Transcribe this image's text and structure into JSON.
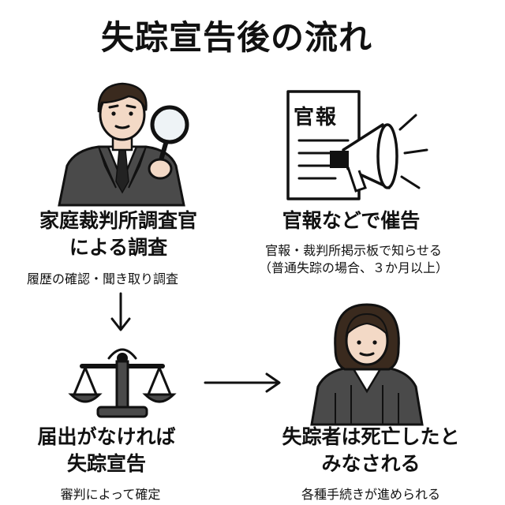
{
  "title": "失踪宣告後の流れ",
  "steps": [
    {
      "heading_line1": "家庭裁判所調査官",
      "heading_line2": "による調査",
      "note": "履歴の確認・聞き取り調査",
      "icon": "investigator-magnifier-icon"
    },
    {
      "heading_line1": "官報などで催告",
      "note_line1": "官報・裁判所掲示板で知らせる",
      "note_line2": "（普通失踪の場合、３か月以上）",
      "icon": "gazette-megaphone-icon",
      "document_label": "官報"
    },
    {
      "heading_line1": "届出がなければ",
      "heading_line2": "失踪宣告",
      "note": "審判によって確定",
      "icon": "scales-icon"
    },
    {
      "heading_line1": "失踪者は死亡したと",
      "heading_line2": "みなされる",
      "note": "各種手続きが進められる",
      "icon": "judge-woman-icon"
    }
  ],
  "arrows": [
    "arrow-down-icon",
    "arrow-right-icon"
  ],
  "colors": {
    "ink": "#111111",
    "suit": "#4a4a4a",
    "skin": "#f3d9c6",
    "hair": "#3a2a1e"
  }
}
